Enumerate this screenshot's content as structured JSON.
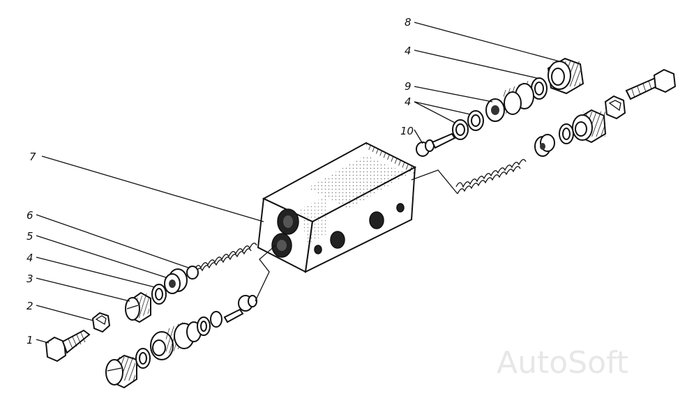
{
  "callouts": {
    "c1": "1",
    "c2": "2",
    "c3": "3",
    "c4a": "4",
    "c5": "5",
    "c6": "6",
    "c7": "7",
    "c8": "8",
    "c4b": "4",
    "c9": "9",
    "c4c": "4",
    "c10": "10"
  },
  "watermark": "AutoSoft"
}
